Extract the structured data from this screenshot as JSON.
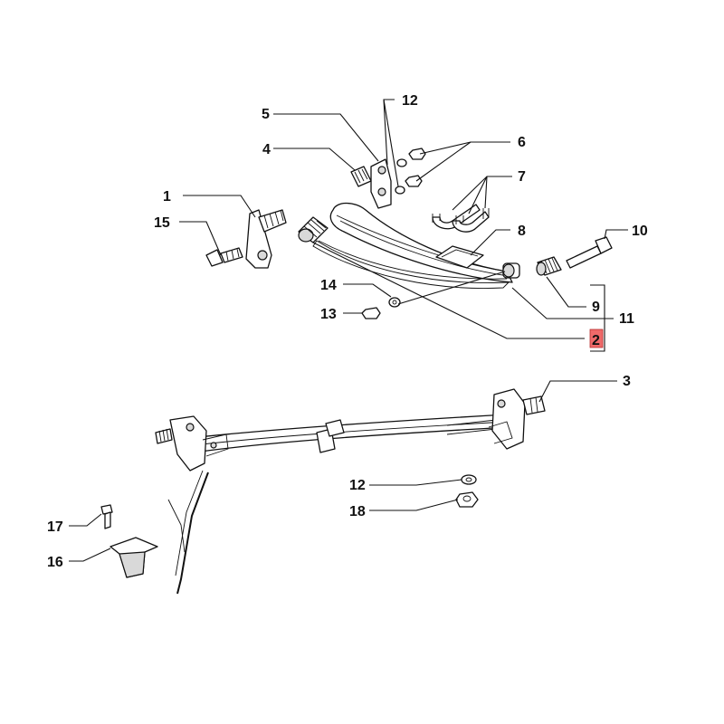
{
  "diagram": {
    "highlight_color": "#f06a6a",
    "callouts": [
      {
        "id": "c1",
        "label": "1"
      },
      {
        "id": "c2",
        "label": "2",
        "highlighted": true
      },
      {
        "id": "c3",
        "label": "3"
      },
      {
        "id": "c4",
        "label": "4"
      },
      {
        "id": "c5",
        "label": "5"
      },
      {
        "id": "c6",
        "label": "6"
      },
      {
        "id": "c7",
        "label": "7"
      },
      {
        "id": "c8",
        "label": "8"
      },
      {
        "id": "c9",
        "label": "9"
      },
      {
        "id": "c10",
        "label": "10"
      },
      {
        "id": "c11",
        "label": "11"
      },
      {
        "id": "c12a",
        "label": "12"
      },
      {
        "id": "c12b",
        "label": "12"
      },
      {
        "id": "c13",
        "label": "13"
      },
      {
        "id": "c14",
        "label": "14"
      },
      {
        "id": "c15",
        "label": "15"
      },
      {
        "id": "c16",
        "label": "16"
      },
      {
        "id": "c17",
        "label": "17"
      },
      {
        "id": "c18",
        "label": "18"
      }
    ]
  }
}
